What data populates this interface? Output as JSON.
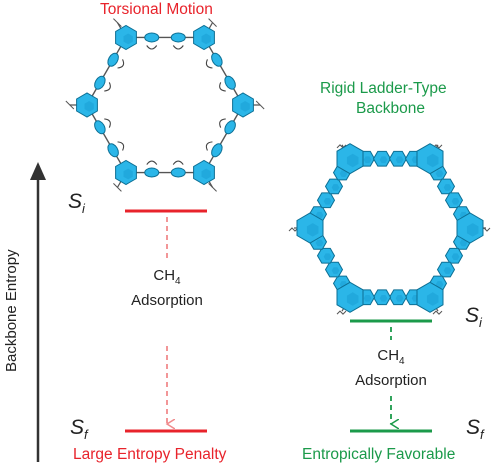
{
  "left_title": "Torsional Motion",
  "right_title_line1": "Rigid Ladder-Type",
  "right_title_line2": "Backbone",
  "axis_label": "Backbone Entropy",
  "left_bottom_label": "Large Entropy Penalty",
  "right_bottom_label": "Entropically Favorable",
  "state_letter": "S",
  "initial_sub": "i",
  "final_sub": "f",
  "adsorption_molecule": "CH",
  "adsorption_subscript": "4",
  "adsorption_word": "Adsorption",
  "colors": {
    "ring_fill": "#2bb6e8",
    "ring_stroke": "#0d6f94",
    "red": "#e8232b",
    "green": "#1b9a4a"
  }
}
